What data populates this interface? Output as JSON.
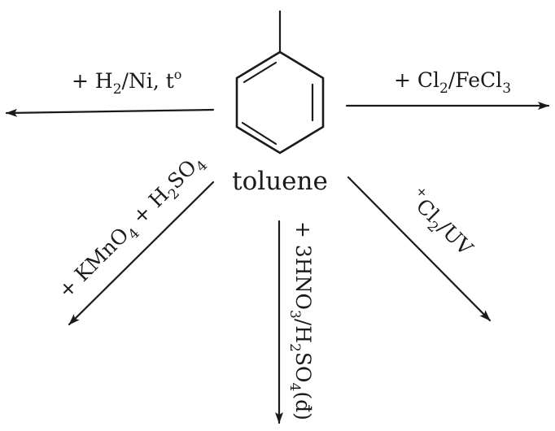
{
  "diagram": {
    "molecule": {
      "name": "toluene"
    },
    "reactions": [
      {
        "id": "hydrogenation",
        "direction": "left",
        "label_parts": [
          "+ H",
          "2",
          "/Ni, t",
          "o"
        ]
      },
      {
        "id": "chlorination-fecl3",
        "direction": "right",
        "label_parts": [
          "+ Cl",
          "2",
          "/FeCl",
          "3"
        ]
      },
      {
        "id": "oxidation-kmno4",
        "direction": "down-left",
        "label_parts": [
          "+ KMnO",
          "4",
          " + H",
          "2",
          "SO",
          "4"
        ]
      },
      {
        "id": "nitration",
        "direction": "down",
        "label_parts": [
          "+ 3HNO",
          "3",
          "/H",
          "2",
          "SO",
          "4",
          "(đ)"
        ]
      },
      {
        "id": "chlorination-uv",
        "direction": "down-right",
        "label_parts": [
          "+",
          "Cl",
          "2",
          "/UV"
        ]
      }
    ]
  }
}
